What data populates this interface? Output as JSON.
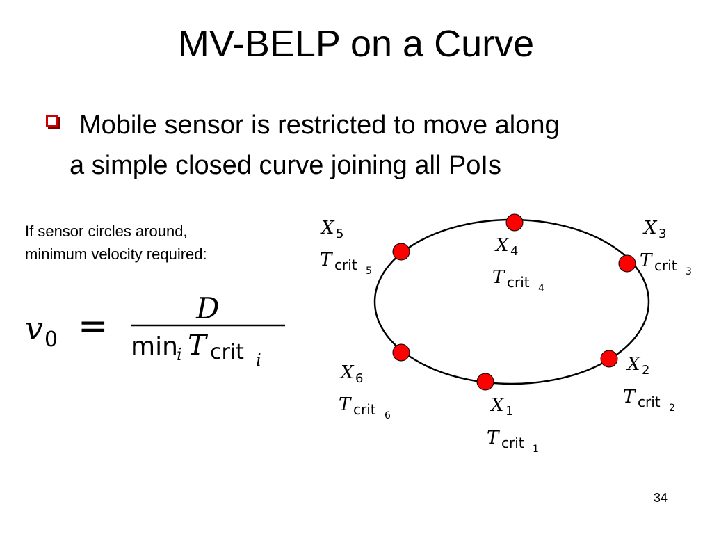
{
  "slide": {
    "title": "MV-BELP on a Curve",
    "bullet": {
      "line1": "Mobile sensor is restricted to move along",
      "line2": "a simple closed curve joining all PoIs"
    },
    "note": {
      "line1": "If sensor circles around,",
      "line2": "minimum velocity required:"
    },
    "formula": {
      "lhs_var": "v",
      "lhs_sub": "0",
      "equals": "=",
      "numerator": "D",
      "den_min": "min",
      "den_min_sub": "i",
      "den_T": "T",
      "den_crit": "crit",
      "den_crit_sub": "i"
    },
    "page_number": "34"
  },
  "diagram": {
    "point_color": "#ff0000",
    "curve_color": "#000000",
    "points": [
      {
        "x_var": "X",
        "index": "1",
        "t_var": "T",
        "t_sub": "crit"
      },
      {
        "x_var": "X",
        "index": "2",
        "t_var": "T",
        "t_sub": "crit"
      },
      {
        "x_var": "X",
        "index": "3",
        "t_var": "T",
        "t_sub": "crit"
      },
      {
        "x_var": "X",
        "index": "4",
        "t_var": "T",
        "t_sub": "crit"
      },
      {
        "x_var": "X",
        "index": "5",
        "t_var": "T",
        "t_sub": "crit"
      },
      {
        "x_var": "X",
        "index": "6",
        "t_var": "T",
        "t_sub": "crit"
      }
    ]
  }
}
